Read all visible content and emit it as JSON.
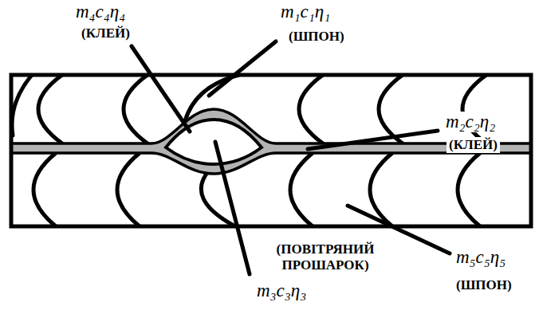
{
  "diagram": {
    "labels": [
      "m₄c₄η₄",
      "(КЛЕЙ)",
      "m₁c₁η₁",
      "(ШПОН)",
      "m₂c₂η₂",
      "(КЛЕЙ)",
      "(ПОВІТРЯНИЙ ПРОШАРОК)",
      "m₃c₃η₃",
      "m₅c₅η₅",
      "(ШПОН)"
    ]
  }
}
